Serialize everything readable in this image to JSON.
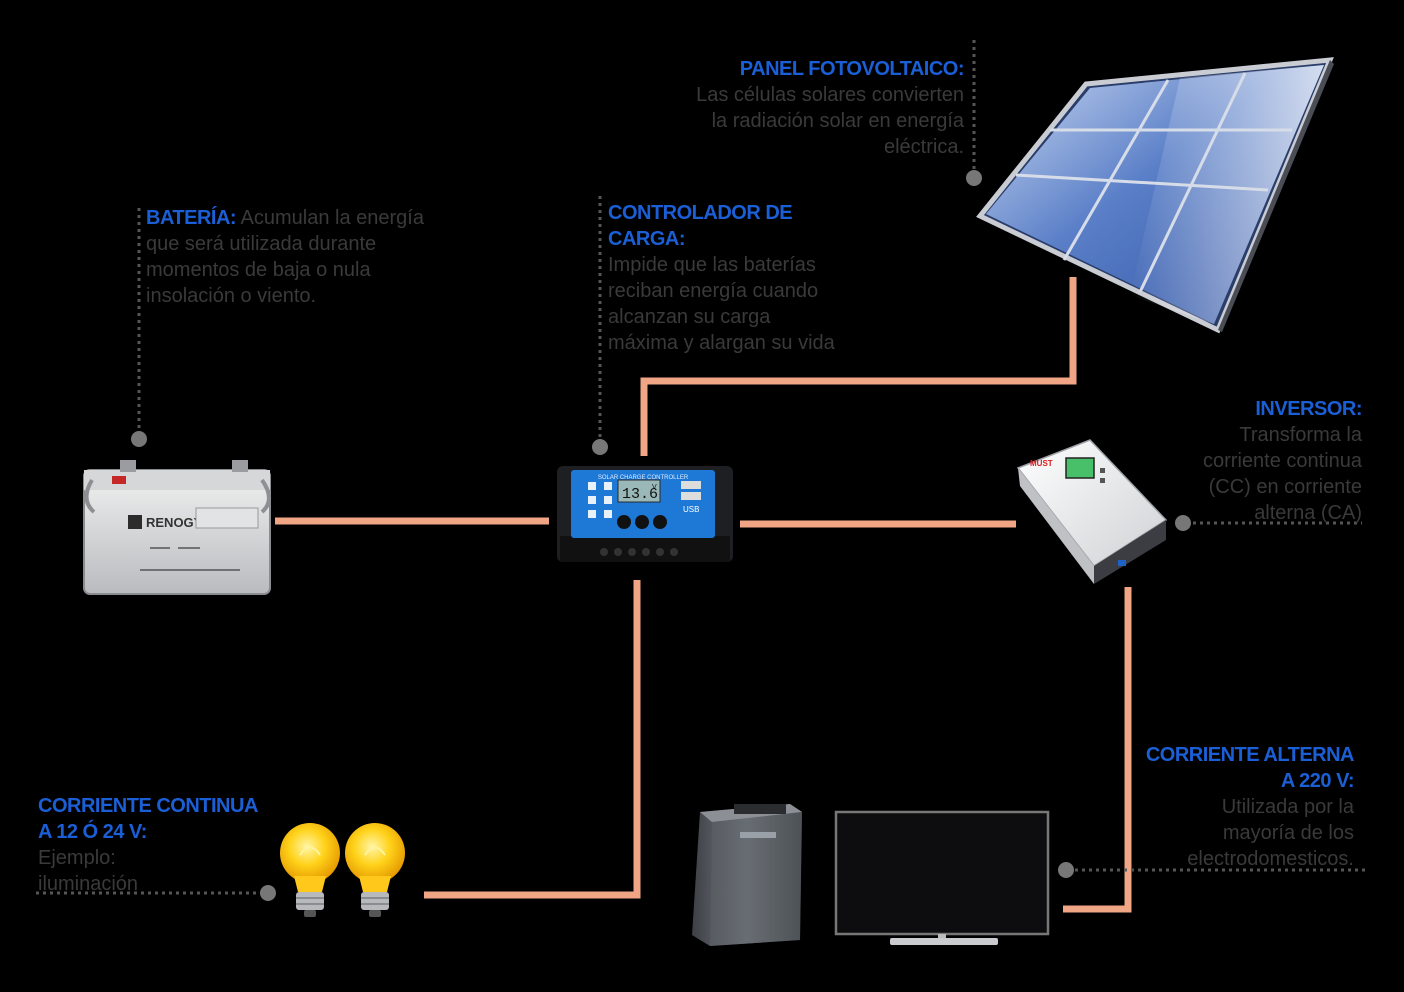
{
  "colors": {
    "background": "#000000",
    "connector": "#f0a584",
    "leader_line": "#555555",
    "title_blue": "#1b5fd6",
    "body_text": "#3a3a3a"
  },
  "labels": {
    "panel": {
      "title": "PANEL FOTOVOLTAICO:",
      "lines": [
        "Las células solares convierten",
        "la radiación solar en energía",
        "eléctrica."
      ]
    },
    "battery": {
      "title": "BATERÍA:",
      "lines": [
        "Acumulan la energía",
        "que será utilizada durante",
        "momentos de baja o nula",
        "insolación o viento."
      ]
    },
    "controller": {
      "title_lines": [
        "CONTROLADOR DE",
        "CARGA:"
      ],
      "lines": [
        "Impide que las baterías",
        "reciban energía cuando",
        "alcanzan su carga",
        "máxima y alargan su vida"
      ]
    },
    "inverter": {
      "title": "INVERSOR:",
      "lines": [
        "Transforma la",
        "corriente continua",
        "(CC) en corriente",
        "alterna (CA)"
      ]
    },
    "dc": {
      "title_lines": [
        "CORRIENTE CONTINUA",
        "A 12 Ó 24 V:"
      ],
      "lines": [
        "Ejemplo:",
        "iluminación"
      ]
    },
    "ac": {
      "title_lines": [
        "CORRIENTE ALTERNA",
        "A 220 V:"
      ],
      "lines": [
        "Utilizada por la",
        "mayoría de los",
        "electrodomesticos."
      ]
    }
  },
  "devices": {
    "battery_brand": "RENOGY",
    "controller_header": "SOLAR CHARGE CONTROLLER",
    "controller_display": "13.6",
    "controller_display_unit": "V",
    "controller_usb": "USB",
    "inverter_brand": "MUST",
    "icons": [
      "solar-panel-icon",
      "battery-icon",
      "charge-controller-icon",
      "inverter-icon",
      "light-bulb-icon",
      "washing-machine-icon",
      "television-icon"
    ]
  }
}
